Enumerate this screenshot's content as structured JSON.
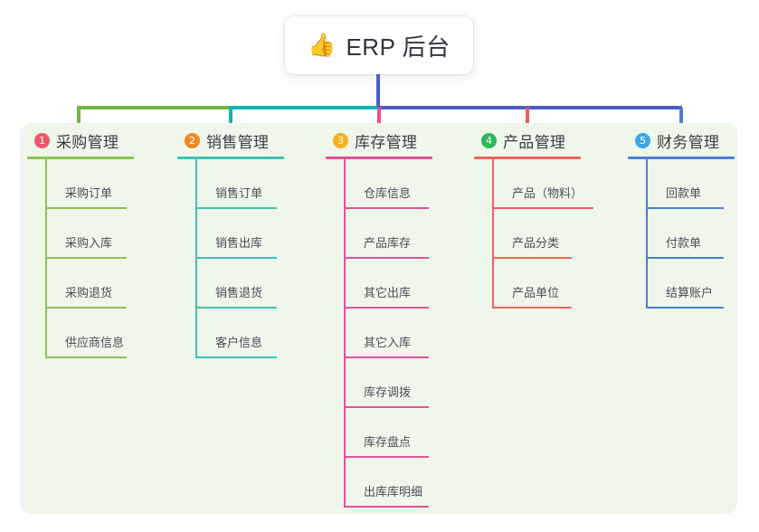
{
  "root": {
    "emoji": "👍",
    "emoji_name": "thumbs-up-icon",
    "title": "ERP 后台"
  },
  "theme": {
    "panel_bg": "#eef7ea",
    "page_bg": "#ffffff",
    "root_text": "#33353d",
    "connector_green": "#72b545",
    "connector_teal": "#12b5ab",
    "connector_blue": "#4f5bc4",
    "drop_pink": "#ed4e8e",
    "drop_red": "#ef5a60",
    "drop_lightblue": "#4a7ed8"
  },
  "columns": [
    {
      "number": "1",
      "title": "采购管理",
      "badge_color": "#f2556a",
      "line_color": "#8cc152",
      "leaves": [
        "采购订单",
        "采购入库",
        "采购退货",
        "供应商信息"
      ]
    },
    {
      "number": "2",
      "title": "销售管理",
      "badge_color": "#f08a24",
      "line_color": "#3fc1b7",
      "leaves": [
        "销售订单",
        "销售出库",
        "销售退货",
        "客户信息"
      ]
    },
    {
      "number": "3",
      "title": "库存管理",
      "badge_color": "#f5b120",
      "line_color": "#e54f9a",
      "leaves": [
        "仓库信息",
        "产品库存",
        "其它出库",
        "其它入库",
        "库存调拨",
        "库存盘点",
        "出库库明细"
      ]
    },
    {
      "number": "4",
      "title": "产品管理",
      "badge_color": "#2eb85c",
      "line_color": "#f2605c",
      "leaves": [
        "产品（物料）",
        "产品分类",
        "产品单位"
      ]
    },
    {
      "number": "5",
      "title": "财务管理",
      "badge_color": "#39a7e8",
      "line_color": "#4a7ed8",
      "leaves": [
        "回款单",
        "付款单",
        "结算账户"
      ]
    }
  ]
}
